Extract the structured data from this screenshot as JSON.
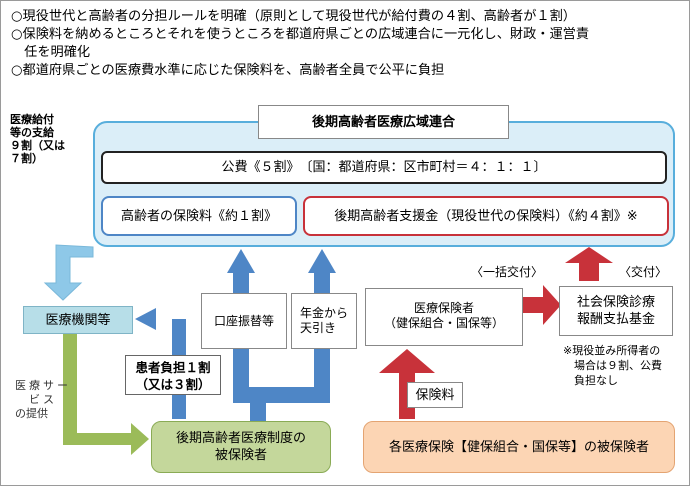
{
  "headline": [
    "○現役世代と高齢者の分担ルールを明確（原則として現役世代が給付費の４割、高齢者が１割）",
    "○保険料を納めるところとそれを使うところを都道府県ごとの広域連合に一元化し、財政・運営責",
    "　任を明確化",
    "○都道府県ごとの医療費水準に応じた保険料を、高齢者全員で公平に負担"
  ],
  "side_note": [
    "医療給付",
    "等の支給",
    "９割（又は",
    "７割）"
  ],
  "union": {
    "title": "後期高齢者医療広域連合",
    "public_fund": "公費《５割》　〔国：都道府県：区市町村＝４：１：１〕",
    "elderly_premium": "高齢者の保険料《約１割》",
    "support": "後期高齢者支援金（現役世代の保険料）《約４割》※"
  },
  "medical_institution": "医療機関等",
  "service_note": [
    "医療サー",
    "ビス",
    "の提供"
  ],
  "copay": {
    "line1": "患者負担１割",
    "line2": "（又は３割）"
  },
  "bank_transfer": "口座振替等",
  "pension_deduction": {
    "line1": "年金から",
    "line2": "天引き"
  },
  "insurer": {
    "line1": "医療保険者",
    "line2": "（健保組合・国保等）"
  },
  "lump_sum_label": "〈一括交付〉",
  "grant_label": "〈交付〉",
  "fund": {
    "line1": "社会保険診療",
    "line2": "報酬支払基金"
  },
  "footnote": [
    "※現役並み所得者の",
    "場合は９割、公費",
    "負担なし"
  ],
  "premium_label": "保険料",
  "insured_elderly": {
    "line1": "後期高齢者医療制度の",
    "line2": "被保険者"
  },
  "insured_general": "各医療保険【健保組合・国保等】の被保険者",
  "colors": {
    "union_bg": "#dbeef8",
    "union_border": "#58aedc",
    "blue_arrow": "#4e86c6",
    "light_blue_arrow": "#8ec8e8",
    "red": "#c8323a",
    "green": "#9bbb59",
    "green_bg": "#c4d79b",
    "orange_bg": "#fcd5b4",
    "teal_bg": "#b7dee8"
  }
}
